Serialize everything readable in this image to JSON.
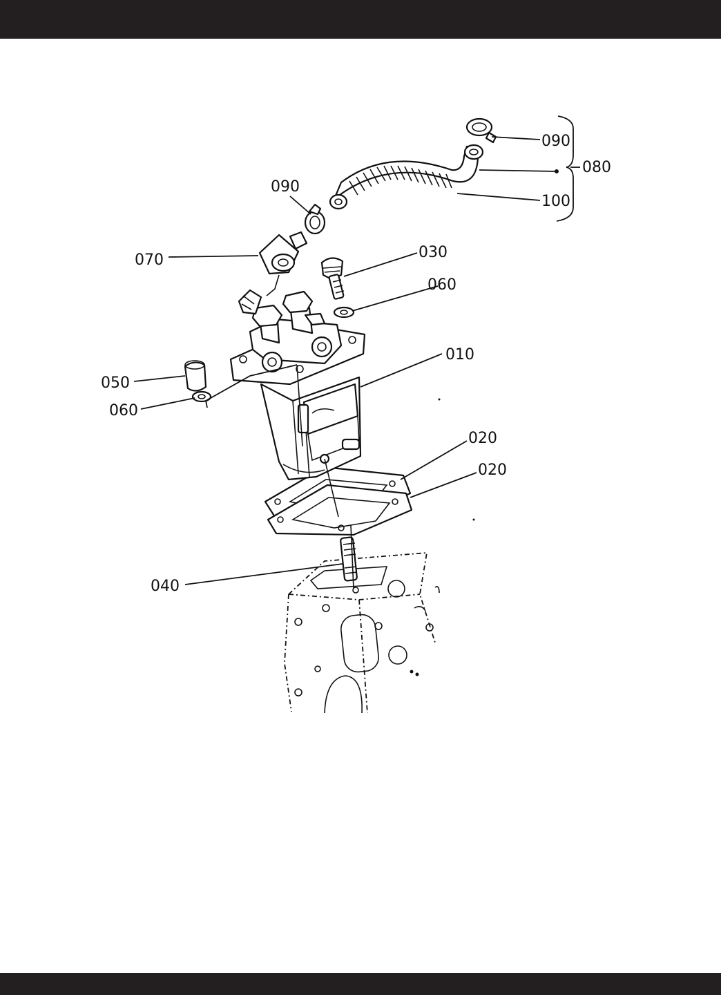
{
  "callouts": [
    {
      "id": "c090a",
      "text": "090"
    },
    {
      "id": "c080",
      "text": "080"
    },
    {
      "id": "c090b",
      "text": "090"
    },
    {
      "id": "c100",
      "text": "100"
    },
    {
      "id": "c070",
      "text": "070"
    },
    {
      "id": "c030",
      "text": "030"
    },
    {
      "id": "c060a",
      "text": "060"
    },
    {
      "id": "c010",
      "text": "010"
    },
    {
      "id": "c050",
      "text": "050"
    },
    {
      "id": "c060b",
      "text": "060"
    },
    {
      "id": "c020a",
      "text": "020"
    },
    {
      "id": "c020b",
      "text": "020"
    },
    {
      "id": "c040",
      "text": "040"
    }
  ],
  "colors": {
    "ink": "#111111",
    "bar": "#231f20",
    "paper": "#ffffff"
  }
}
